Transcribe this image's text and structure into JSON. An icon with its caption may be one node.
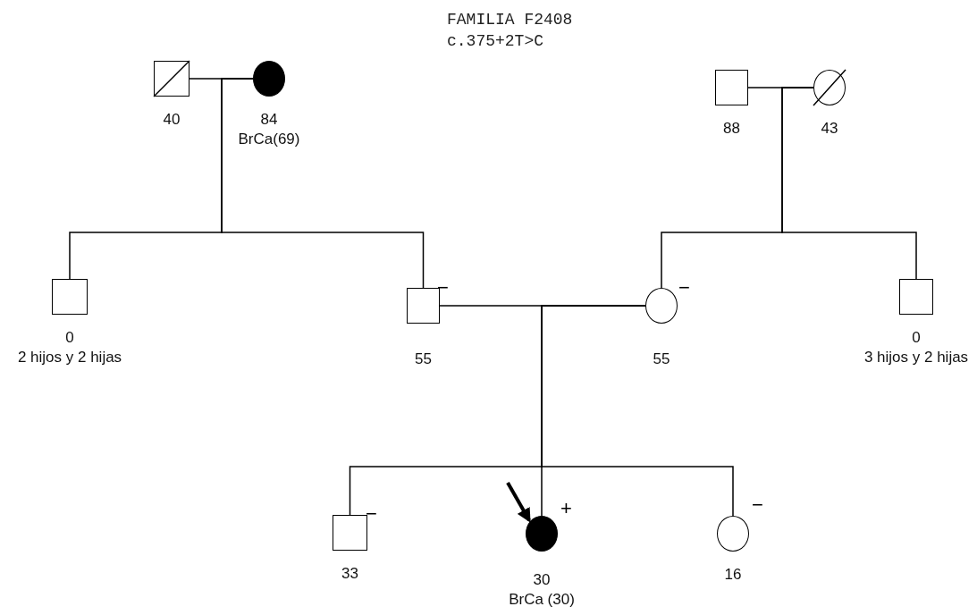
{
  "diagram": {
    "title": "FAMILIA F2408",
    "nodes": [
      {
        "text": [
          "40"
        ]
      },
      {
        "text": [
          "84",
          "BrCa(69)"
        ]
      },
      {
        "text": [
          "88"
        ]
      },
      {
        "text": [
          "43"
        ]
      },
      {
        "text": [
          "0",
          "2 hijos y 2 hijas"
        ]
      },
      {
        "text": [
          "55"
        ],
        "beside": [
          "−"
        ]
      },
      {
        "text": [
          "55"
        ],
        "beside": [
          "−"
        ]
      },
      {
        "text": [
          "0",
          "3 hijos y 2 hijas"
        ]
      },
      {
        "text": [
          "33"
        ],
        "beside": [
          "−"
        ]
      },
      {
        "text": [
          "30",
          "BrCa (30)"
        ],
        "beside": [
          "+"
        ]
      },
      {
        "text": [
          "16"
        ],
        "beside": [
          "−"
        ]
      }
    ],
    "edges": [
      {
        "from": 0,
        "to": 1,
        "arrow": "none"
      },
      {
        "from": 2,
        "to": 3,
        "arrow": "none"
      },
      {
        "from": 5,
        "to": 6,
        "arrow": "none"
      },
      {
        "from": 1,
        "to": 4,
        "arrow": "none"
      },
      {
        "from": 1,
        "to": 5,
        "arrow": "none"
      },
      {
        "from": 3,
        "to": 6,
        "arrow": "none"
      },
      {
        "from": 3,
        "to": 7,
        "arrow": "none"
      },
      {
        "from": 6,
        "to": 8,
        "arrow": "none"
      },
      {
        "from": 6,
        "to": 9,
        "arrow": "none"
      },
      {
        "from": 6,
        "to": 10,
        "arrow": "none"
      },
      {
        "from": null,
        "to": 9,
        "arrow": "to",
        "style": "thick"
      }
    ],
    "labels": [
      "c.375+2T>C"
    ]
  }
}
